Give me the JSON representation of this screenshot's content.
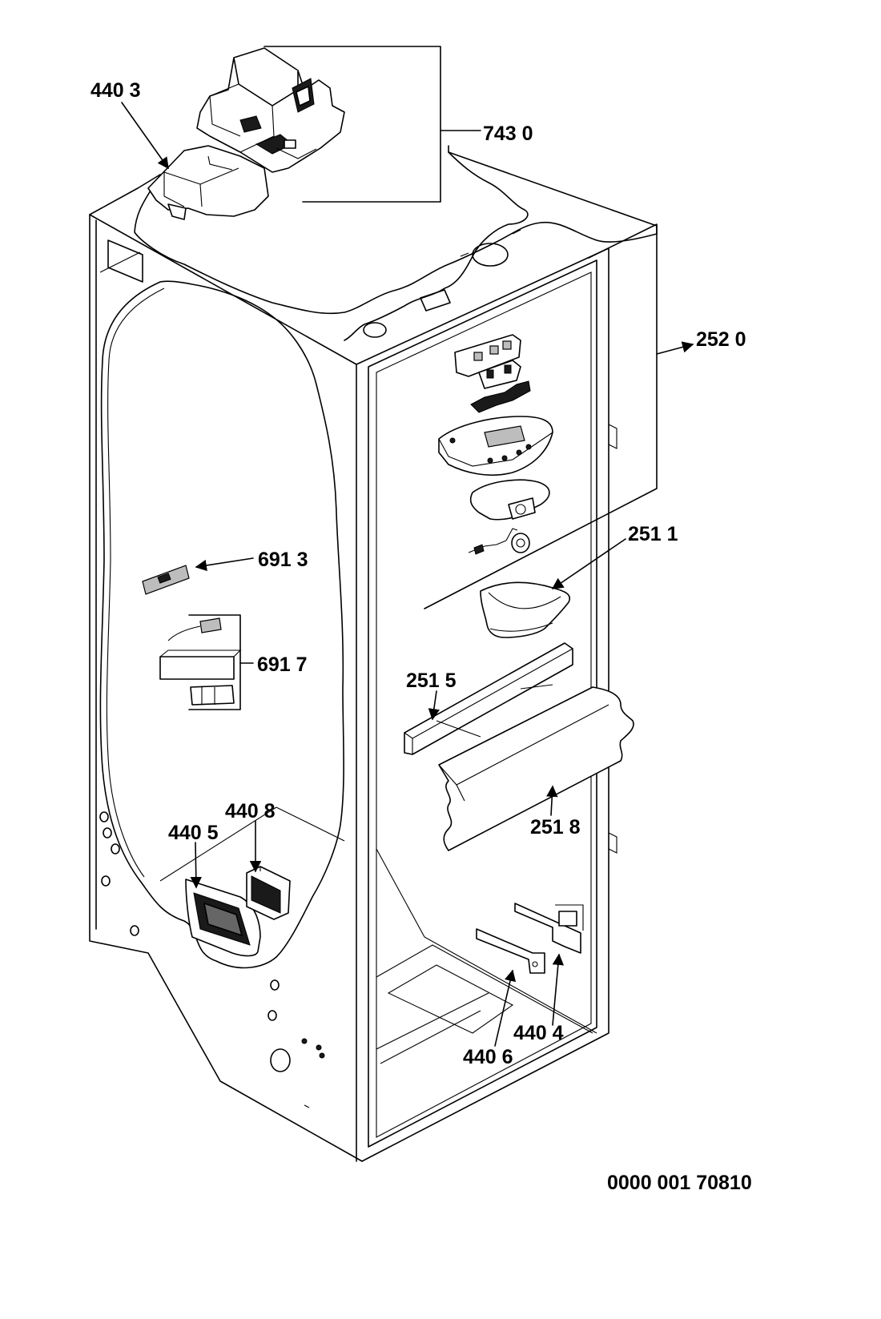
{
  "diagram": {
    "callouts": {
      "c4403": "440 3",
      "c7430": "743 0",
      "c2520": "252 0",
      "c2511": "251 1",
      "c6913": "691 3",
      "c6917": "691 7",
      "c2515": "251 5",
      "c4408": "440 8",
      "c4405": "440 5",
      "c2518": "251 8",
      "c4404": "440 4",
      "c4406": "440 6"
    },
    "document_number": "0000 001 70810"
  }
}
